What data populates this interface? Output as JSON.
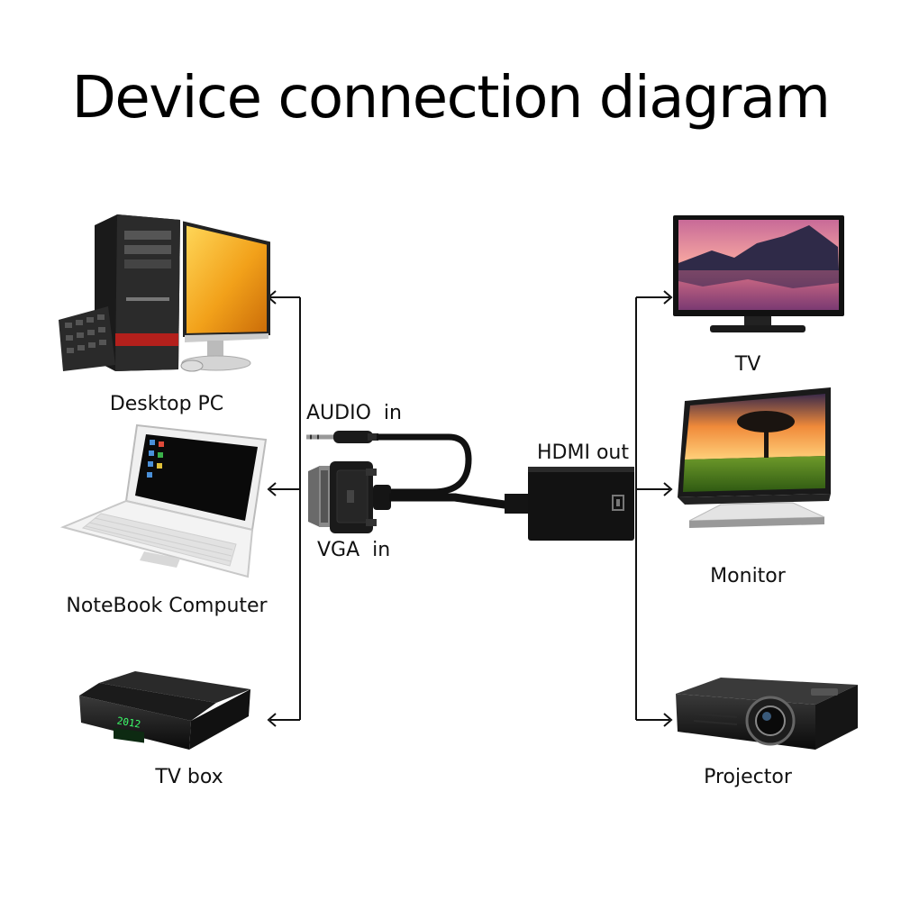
{
  "title": "Device connection diagram",
  "sources": {
    "desktop_pc": "Desktop PC",
    "notebook": "NoteBook Computer",
    "tv_box": "TV box"
  },
  "cable": {
    "audio_in": "AUDIO  in",
    "vga_in": "VGA  in",
    "hdmi_out": "HDMI out"
  },
  "outputs": {
    "tv": "TV",
    "monitor": "Monitor",
    "projector": "Projector"
  },
  "tvbox_display": "2012",
  "colors": {
    "line": "#111111",
    "screen_orange": "#f2a11a",
    "sky_pink": "#e9859d",
    "grass": "#4f7f1f",
    "adapter": "#121212"
  }
}
